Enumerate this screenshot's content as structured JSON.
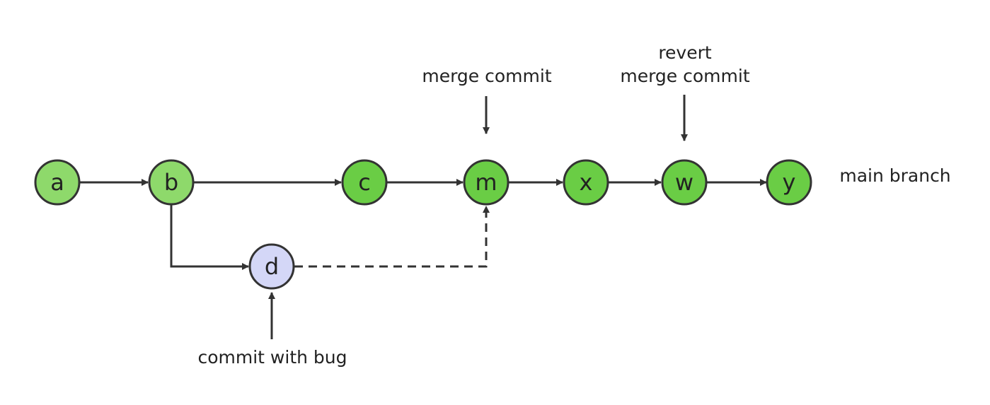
{
  "colors": {
    "node_light_green": "#8ED96B",
    "node_green": "#6ACD45",
    "node_lavender": "#D4D7F7",
    "stroke": "#333333",
    "text": "#222222"
  },
  "nodes": {
    "a": {
      "label": "a",
      "color": "#8ED96B"
    },
    "b": {
      "label": "b",
      "color": "#8ED96B"
    },
    "c": {
      "label": "c",
      "color": "#6ACD45"
    },
    "m": {
      "label": "m",
      "color": "#6ACD45"
    },
    "x": {
      "label": "x",
      "color": "#6ACD45"
    },
    "w": {
      "label": "w",
      "color": "#6ACD45"
    },
    "y": {
      "label": "y",
      "color": "#6ACD45"
    },
    "d": {
      "label": "d",
      "color": "#D4D7F7"
    }
  },
  "edges": [
    {
      "from": "a",
      "to": "b",
      "style": "solid"
    },
    {
      "from": "b",
      "to": "c",
      "style": "solid"
    },
    {
      "from": "c",
      "to": "m",
      "style": "solid"
    },
    {
      "from": "m",
      "to": "x",
      "style": "solid"
    },
    {
      "from": "x",
      "to": "w",
      "style": "solid"
    },
    {
      "from": "w",
      "to": "y",
      "style": "solid"
    },
    {
      "from": "b",
      "to": "d",
      "style": "solid"
    },
    {
      "from": "d",
      "to": "m",
      "style": "dashed"
    }
  ],
  "annotations": {
    "merge_commit": "merge commit",
    "revert_line1": "revert",
    "revert_line2": "merge commit",
    "commit_with_bug": "commit with bug",
    "main_branch": "main branch"
  }
}
